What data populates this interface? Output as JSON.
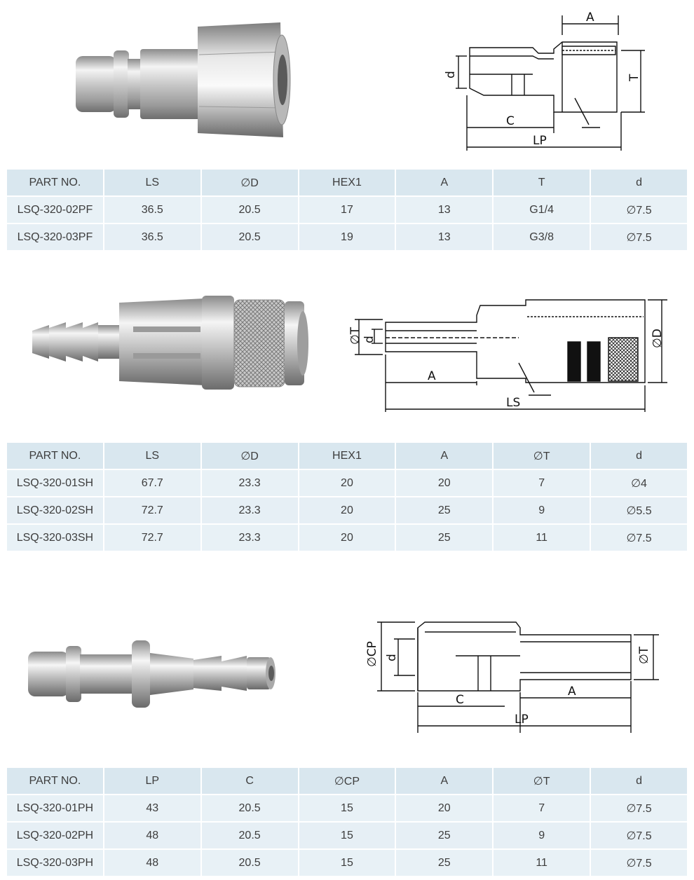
{
  "sections": [
    {
      "drawing_labels": [
        "A",
        "d",
        "T",
        "C",
        "LP"
      ],
      "headers": [
        "PART NO.",
        "LS",
        "∅D",
        "HEX1",
        "A",
        "T",
        "d"
      ],
      "rows": [
        [
          "LSQ-320-02PF",
          "36.5",
          "20.5",
          "17",
          "13",
          "G1/4",
          "∅7.5"
        ],
        [
          "LSQ-320-03PF",
          "36.5",
          "20.5",
          "19",
          "13",
          "G3/8",
          "∅7.5"
        ]
      ]
    },
    {
      "drawing_labels": [
        "∅T",
        "d",
        "A",
        "LS",
        "∅D"
      ],
      "headers": [
        "PART NO.",
        "LS",
        "∅D",
        "HEX1",
        "A",
        "∅T",
        "d"
      ],
      "rows": [
        [
          "LSQ-320-01SH",
          "67.7",
          "23.3",
          "20",
          "20",
          "7",
          "∅4"
        ],
        [
          "LSQ-320-02SH",
          "72.7",
          "23.3",
          "20",
          "25",
          "9",
          "∅5.5"
        ],
        [
          "LSQ-320-03SH",
          "72.7",
          "23.3",
          "20",
          "25",
          "11",
          "∅7.5"
        ]
      ]
    },
    {
      "drawing_labels": [
        "∅CP",
        "d",
        "∅T",
        "C",
        "A",
        "LP"
      ],
      "headers": [
        "PART NO.",
        "LP",
        "C",
        "∅CP",
        "A",
        "∅T",
        "d"
      ],
      "rows": [
        [
          "LSQ-320-01PH",
          "43",
          "20.5",
          "15",
          "20",
          "7",
          "∅7.5"
        ],
        [
          "LSQ-320-02PH",
          "48",
          "20.5",
          "15",
          "25",
          "9",
          "∅7.5"
        ],
        [
          "LSQ-320-03PH",
          "48",
          "20.5",
          "15",
          "25",
          "11",
          "∅7.5"
        ]
      ]
    }
  ]
}
